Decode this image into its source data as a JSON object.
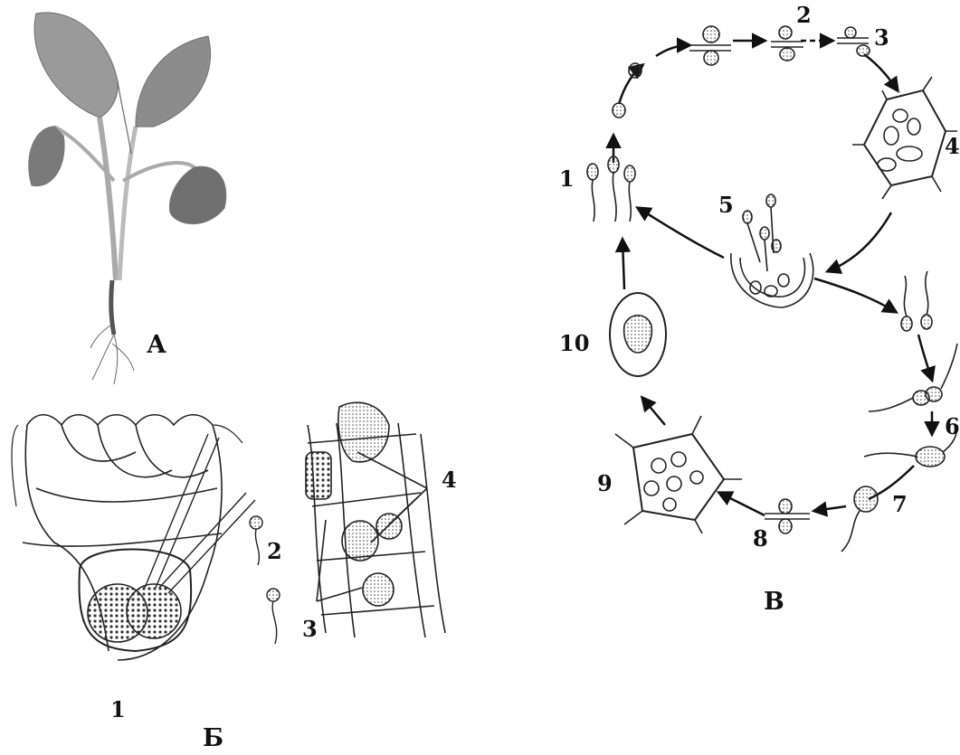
{
  "panels": {
    "A": {
      "label": "А"
    },
    "B": {
      "label": "Б",
      "numbers": [
        "1",
        "2",
        "3",
        "4"
      ]
    },
    "V": {
      "label": "В",
      "numbers": [
        "1",
        "2",
        "3",
        "4",
        "5",
        "6",
        "7",
        "8",
        "9",
        "10"
      ]
    }
  },
  "colors": {
    "ink": "#222222",
    "leaf": "#8d8d8d",
    "leaf_dark": "#5f5f5f",
    "stem": "#c8c8c8"
  }
}
